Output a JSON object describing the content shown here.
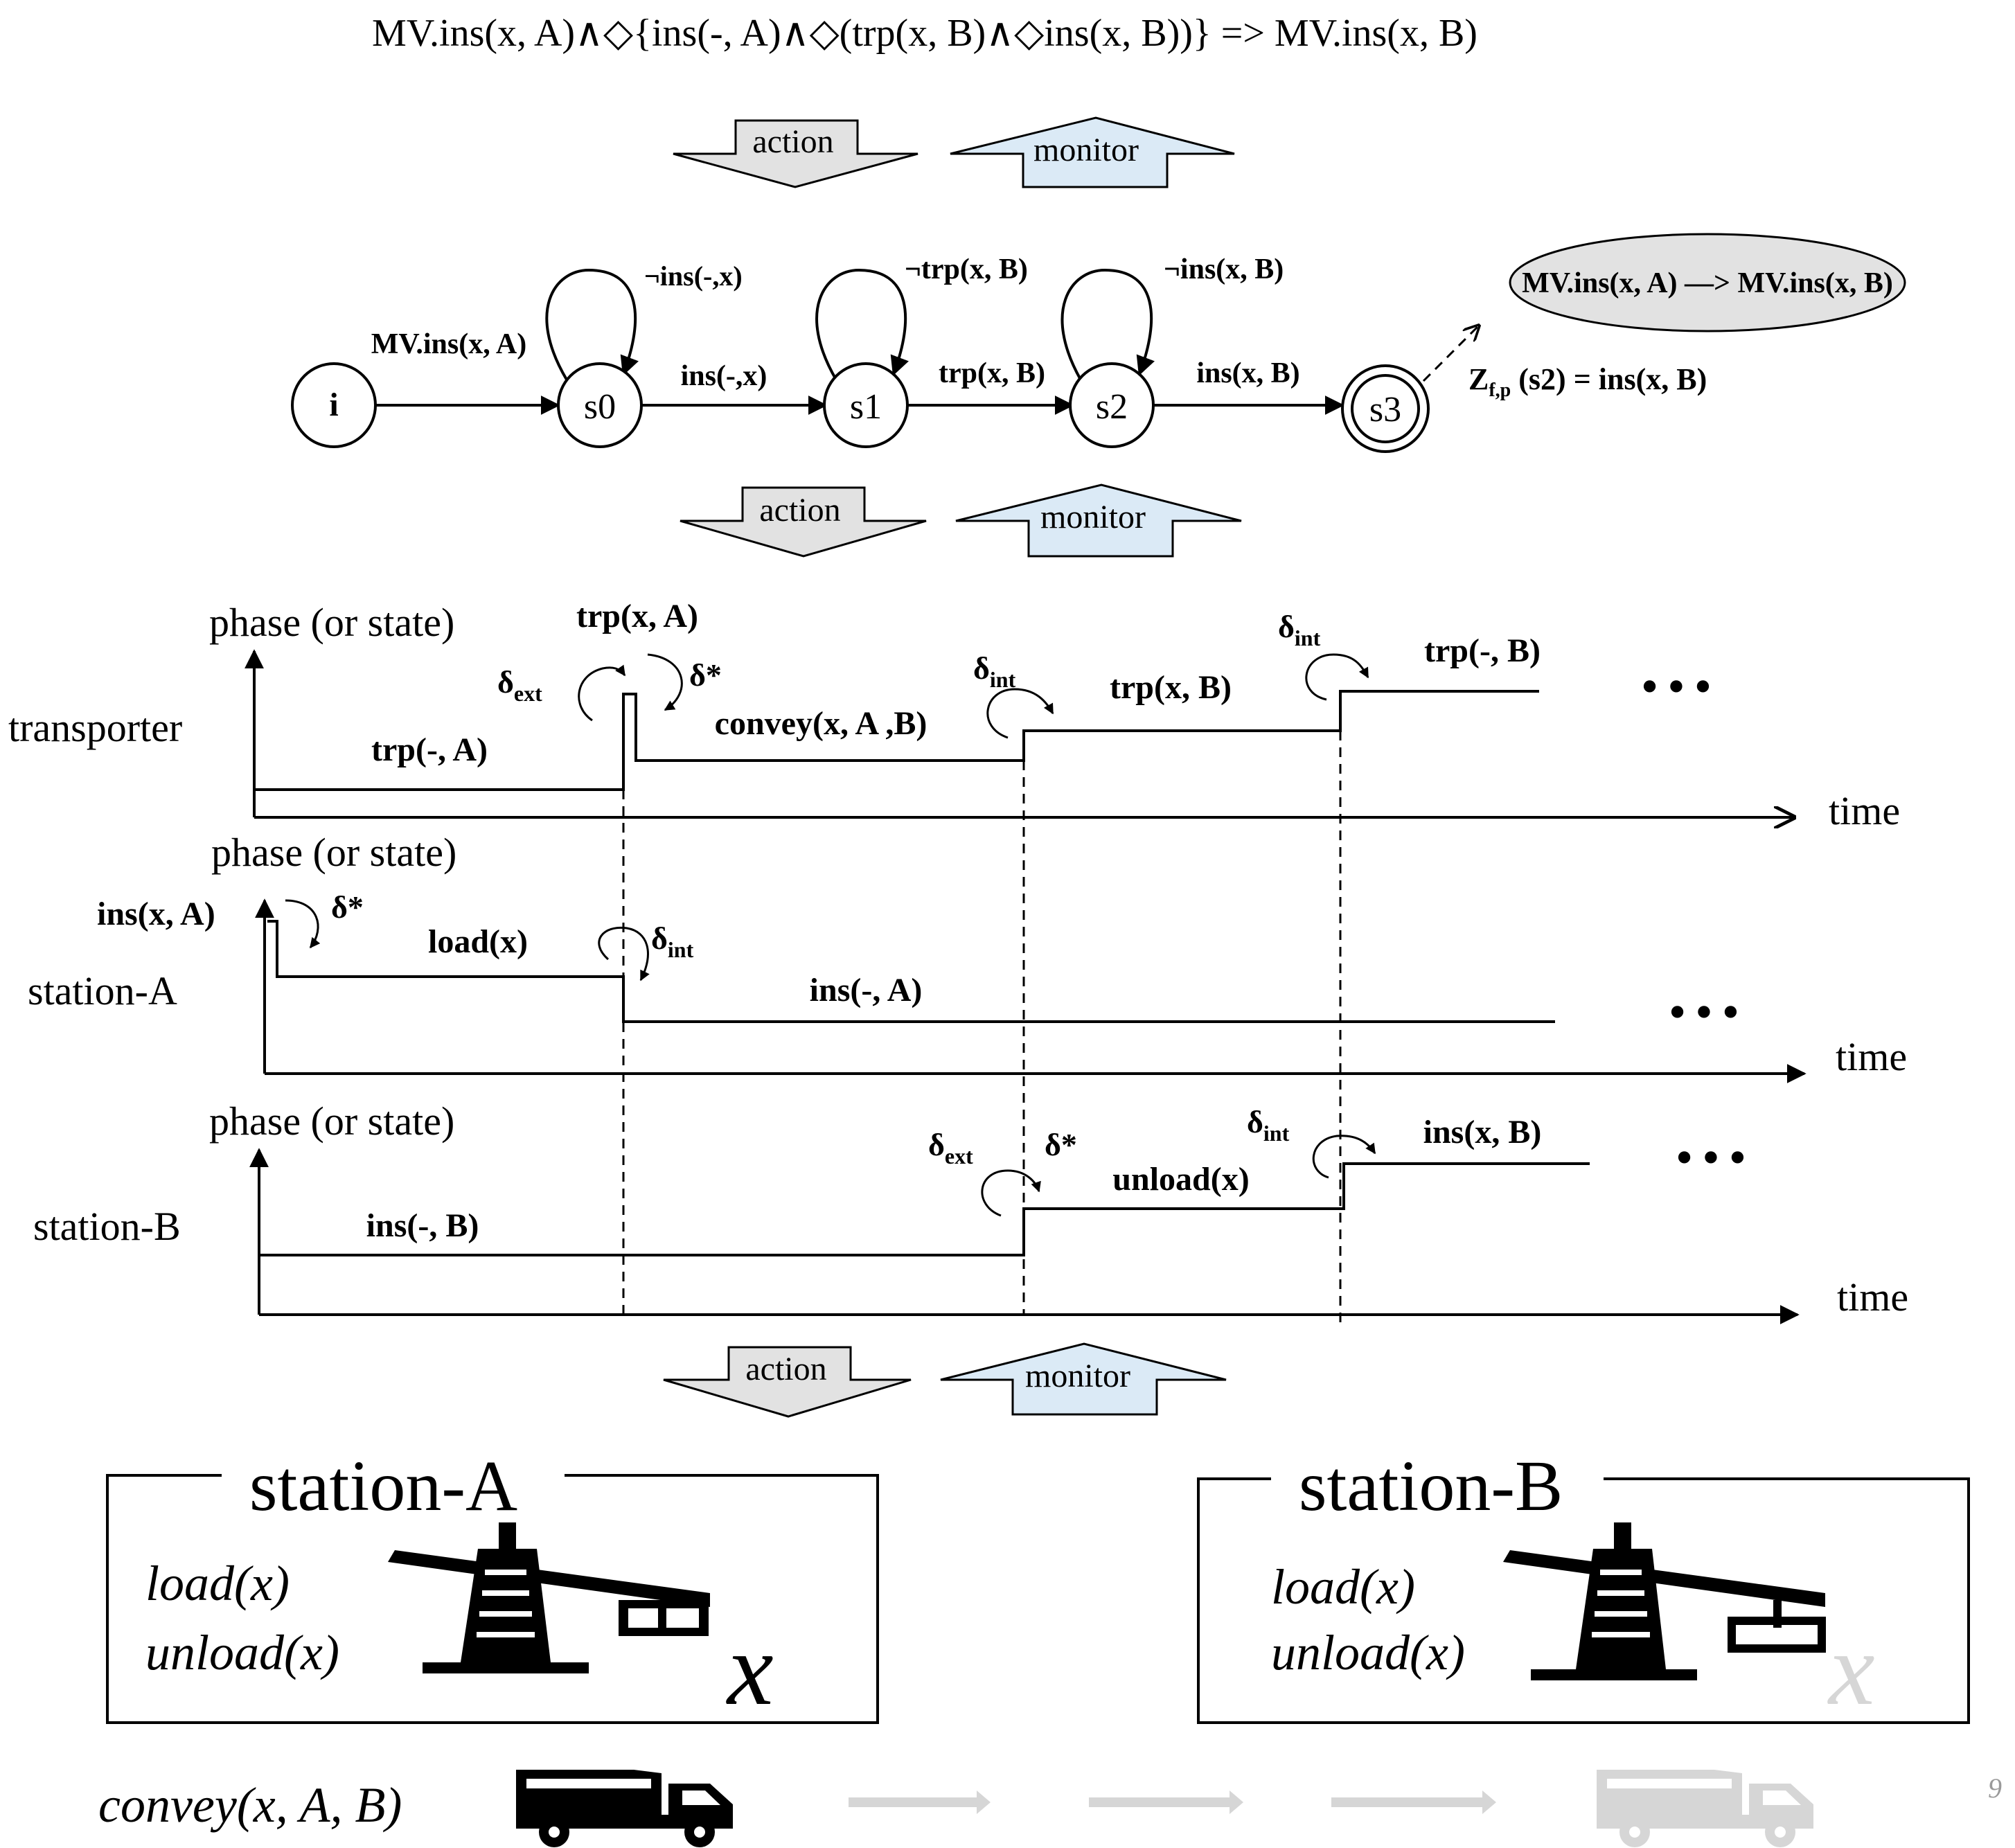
{
  "formula": "MV.ins(x, A)∧◇{ins(-, A)∧◇(trp(x, B)∧◇ins(x, B))} => MV.ins(x, B)",
  "arrows": {
    "action": "action",
    "monitor": "monitor"
  },
  "automaton": {
    "states": [
      "i",
      "s0",
      "s1",
      "s2",
      "s3"
    ],
    "transitions": [
      "MV.ins(x, A)",
      "ins(-,x)",
      "trp(x,  B)",
      "ins(x, B)"
    ],
    "self_loops": [
      "¬ins(-,x)",
      "¬trp(x, B)",
      "¬ins(x, B)"
    ],
    "goal": "MV.ins(x,  A) —> MV.ins(x,  B)",
    "z_label": "Z",
    "z_sub": "f,p",
    "z_rest": " (s2) =  ins(x, B)"
  },
  "timeline": {
    "phase_label": "phase (or state)",
    "time_label": "time",
    "delta": "δ",
    "ext": "ext",
    "int": "int",
    "star": "δ*",
    "transporter": {
      "name": "transporter",
      "states": [
        "trp(-, A)",
        "trp(x, A)",
        "convey(x, A ,B)",
        "trp(x, B)",
        "trp(-, B)"
      ]
    },
    "station_a": {
      "name": "station-A",
      "states": [
        "ins(x, A)",
        "load(x)",
        "ins(-, A)"
      ]
    },
    "station_b": {
      "name": "station-B",
      "states": [
        "ins(-, B)",
        "unload(x)",
        "ins(x, B)"
      ]
    }
  },
  "bottom": {
    "station_a": {
      "title": "station-A",
      "ops": [
        "load(x)",
        "unload(x)"
      ],
      "item": "x"
    },
    "station_b": {
      "title": "station-B",
      "ops": [
        "load(x)",
        "unload(x)"
      ],
      "item": "x"
    },
    "convey": "convey(x,  A,  B)",
    "page_number": "9"
  },
  "colors": {
    "action_fill": "#e2e2e2",
    "monitor_fill": "#dbeaf6",
    "goal_fill": "#e2e2e2",
    "faded": "#d6d6d6"
  }
}
